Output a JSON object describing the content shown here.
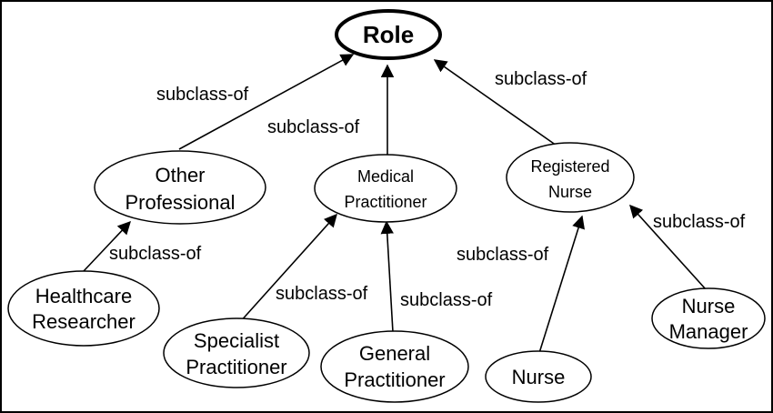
{
  "nodes": {
    "role": "Role",
    "other_professional": [
      "Other",
      "Professional"
    ],
    "medical_practitioner": [
      "Medical",
      "Practitioner"
    ],
    "registered_nurse": [
      "Registered",
      "Nurse"
    ],
    "healthcare_researcher": [
      "Healthcare",
      "Researcher"
    ],
    "specialist_practitioner": [
      "Specialist",
      "Practitioner"
    ],
    "general_practitioner": [
      "General",
      "Practitioner"
    ],
    "nurse": "Nurse",
    "nurse_manager": [
      "Nurse",
      "Manager"
    ]
  },
  "edge_labels": {
    "other_to_role": "subclass-of",
    "medical_to_role": "subclass-of",
    "registered_to_role": "subclass-of",
    "researcher_to_other": "subclass-of",
    "specialist_to_medical": "subclass-of",
    "general_to_medical": "subclass-of",
    "nurse_to_registered": "subclass-of",
    "manager_to_registered": "subclass-of"
  }
}
